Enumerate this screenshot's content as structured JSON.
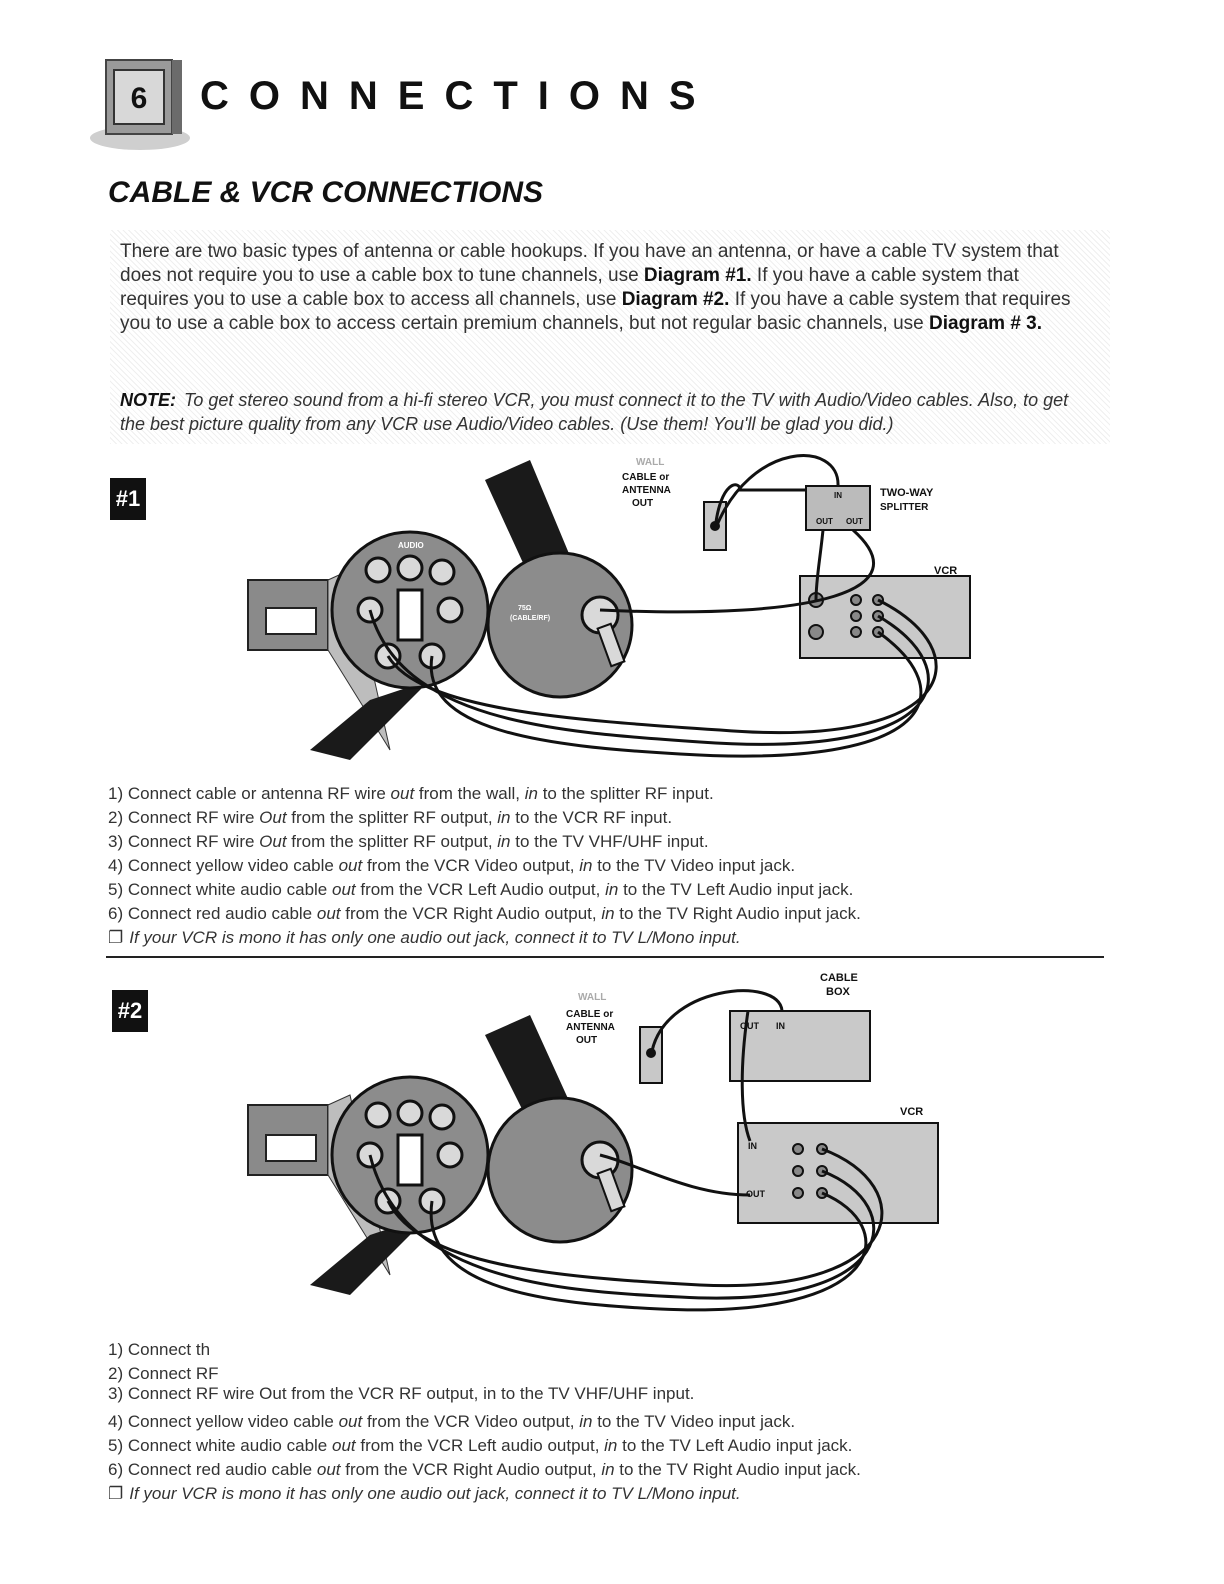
{
  "header": {
    "chapter_number": "6",
    "chapter_title": "CONNECTIONS"
  },
  "section_title": "CABLE & VCR CONNECTIONS",
  "intro": {
    "p1": "There are two basic types of antenna or cable hookups. If you have an antenna, or have a cable TV system that does not require you to use a cable box to tune channels, use ",
    "d1": "Diagram #1.",
    "p2": " If you have a cable system that requires you to use a cable box to access all channels, use ",
    "d2": "Diagram #2.",
    "p3": " If you have a cable system that requires you to use a cable box to access certain premium channels, but not regular basic channels, use ",
    "d3": "Diagram # 3."
  },
  "note": {
    "label": "NOTE:",
    "text": "To get stereo sound from a hi-fi stereo VCR, you must connect it to the TV with Audio/Video cables. Also, to get the best picture quality from any VCR use Audio/Video cables. (Use them! You'll be glad you did.)"
  },
  "diagram1": {
    "badge": "#1",
    "wall": "WALL",
    "wall_out": [
      "CABLE or",
      "ANTENNA",
      "OUT"
    ],
    "splitter": [
      "TWO-WAY",
      "SPLITTER"
    ],
    "splitter_ports": [
      "IN",
      "OUT",
      "OUT"
    ],
    "vcr": "VCR",
    "tv_audio": "AUDIO",
    "tv_rf": [
      "75Ω",
      "(CABLE/RF)"
    ],
    "steps": [
      {
        "n": "1) ",
        "a": "Connect cable or antenna RF wire ",
        "b": "out",
        "c": " from the wall, ",
        "d": "in",
        "e": " to the splitter RF input."
      },
      {
        "n": "2) ",
        "a": "Connect RF wire ",
        "b": "Out",
        "c": " from the splitter RF output, ",
        "d": "in",
        "e": " to the VCR RF input."
      },
      {
        "n": "3) ",
        "a": "Connect RF wire ",
        "b": "Out",
        "c": " from the splitter RF output, ",
        "d": "in",
        "e": " to the TV VHF/UHF input."
      },
      {
        "n": "4) ",
        "a": "Connect yellow video cable ",
        "b": "out",
        "c": " from the VCR Video output, ",
        "d": "in",
        "e": " to the TV Video input jack."
      },
      {
        "n": "5) ",
        "a": "Connect white audio cable ",
        "b": "out",
        "c": " from the VCR Left Audio output, ",
        "d": "in",
        "e": " to the TV Left Audio input jack."
      },
      {
        "n": "6) ",
        "a": "Connect red audio cable ",
        "b": "out",
        "c": " from the VCR Right Audio output, ",
        "d": "in",
        "e": " to the TV Right Audio input jack."
      }
    ],
    "mono_note": "If your VCR is mono it has only one audio out jack, connect it to TV L/Mono input."
  },
  "diagram2": {
    "badge": "#2",
    "wall": "WALL",
    "wall_out": [
      "CABLE or",
      "ANTENNA",
      "OUT"
    ],
    "cable_box": [
      "CABLE",
      "BOX"
    ],
    "box_ports": [
      "OUT",
      "IN"
    ],
    "vcr": "VCR",
    "vcr_ports": [
      "IN",
      "OUT"
    ],
    "steps_partial": [
      "1) Connect th",
      "2) Connect RF"
    ],
    "step3_partial": "3) Connect RF wire Out from the VCR RF output, in to the TV VHF/UHF input.",
    "steps": [
      {
        "n": "4) ",
        "a": "Connect yellow video cable ",
        "b": "out",
        "c": " from the VCR Video output, ",
        "d": "in",
        "e": " to the TV Video input jack."
      },
      {
        "n": "5) ",
        "a": "Connect white audio cable ",
        "b": "out",
        "c": " from the VCR Left audio output, ",
        "d": "in",
        "e": " to the TV Left Audio input jack."
      },
      {
        "n": "6) ",
        "a": "Connect red audio cable ",
        "b": "out",
        "c": " from the VCR Right Audio output, ",
        "d": "in",
        "e": " to the TV Right Audio input jack."
      }
    ],
    "mono_note": "If your VCR is mono it has only one audio out jack, connect it to TV L/Mono input."
  }
}
